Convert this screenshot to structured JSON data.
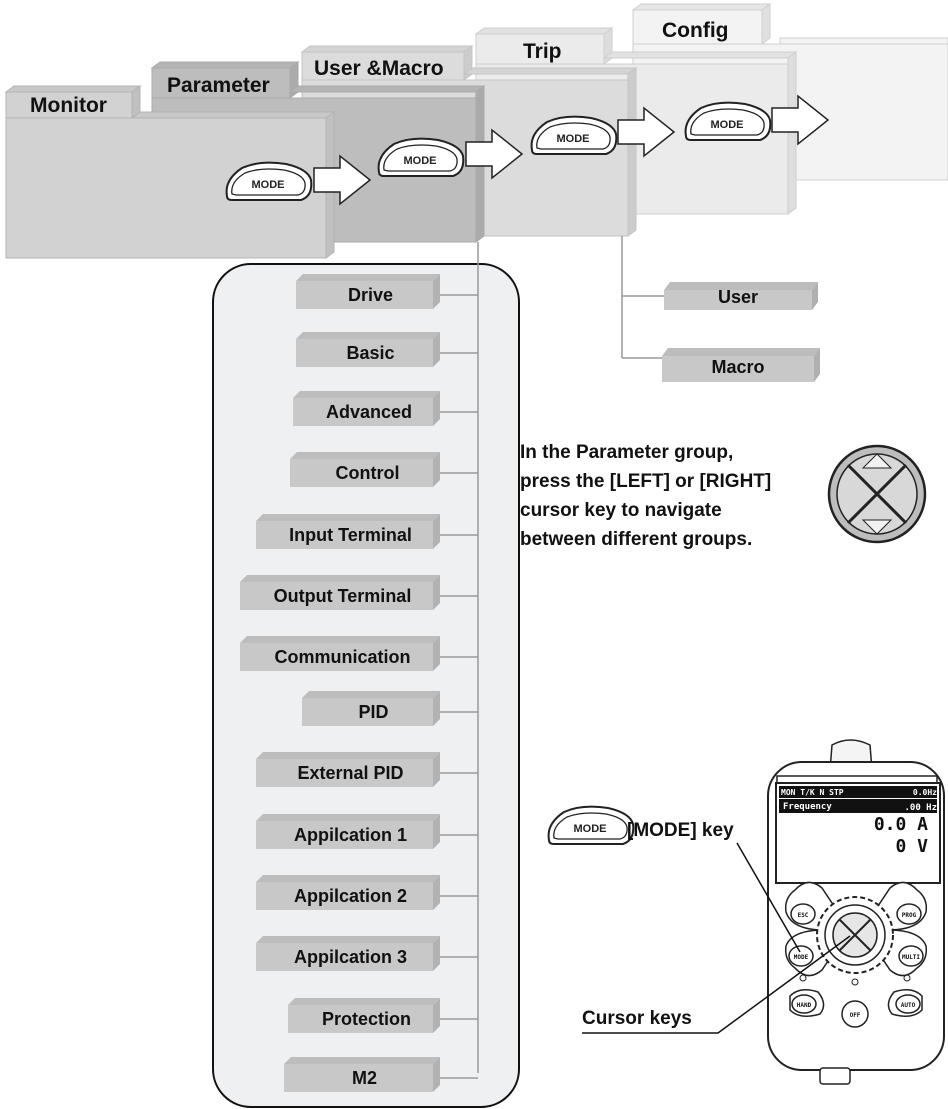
{
  "tabs": {
    "monitor": "Monitor",
    "parameter": "Parameter",
    "user_macro": "User &Macro",
    "trip": "Trip",
    "config": "Config"
  },
  "mode_label": "MODE",
  "parameter_groups": [
    "Drive",
    "Basic",
    "Advanced",
    "Control",
    "Input Terminal",
    "Output Terminal",
    "Communication",
    "PID",
    "External PID",
    "Appilcation 1",
    "Appilcation 2",
    "Appilcation 3",
    "Protection",
    "M2"
  ],
  "user_macro_groups": [
    "User",
    "Macro"
  ],
  "instruction_lines": [
    "In the Parameter group,",
    "press the  [LEFT] or [RIGHT]",
    "cursor key to navigate",
    "between different groups."
  ],
  "keypad": {
    "mode_key_label": "[MODE] key",
    "cursor_keys_label": "Cursor keys",
    "lcd_status": "MON T/K N STP",
    "lcd_freq_top": "0.0Hz",
    "lcd_line2": "Frequency",
    "lcd_line2_value": ".00 Hz",
    "lcd_line3": "0.0 A",
    "lcd_line4": "0 V",
    "buttons": [
      "ESC",
      "PROG",
      "MODE",
      "MULTI",
      "HAND",
      "OFF",
      "AUTO"
    ]
  },
  "colors": {
    "panel_bg": "#eef0f2",
    "group_box": "#c8c8c8",
    "tab_monitor": "#d2d2d2",
    "tab_parameter": "#bdbdbd",
    "tab_user": "#dcdcdc",
    "tab_trip": "#ebebeb",
    "tab_config": "#f3f3f3"
  }
}
